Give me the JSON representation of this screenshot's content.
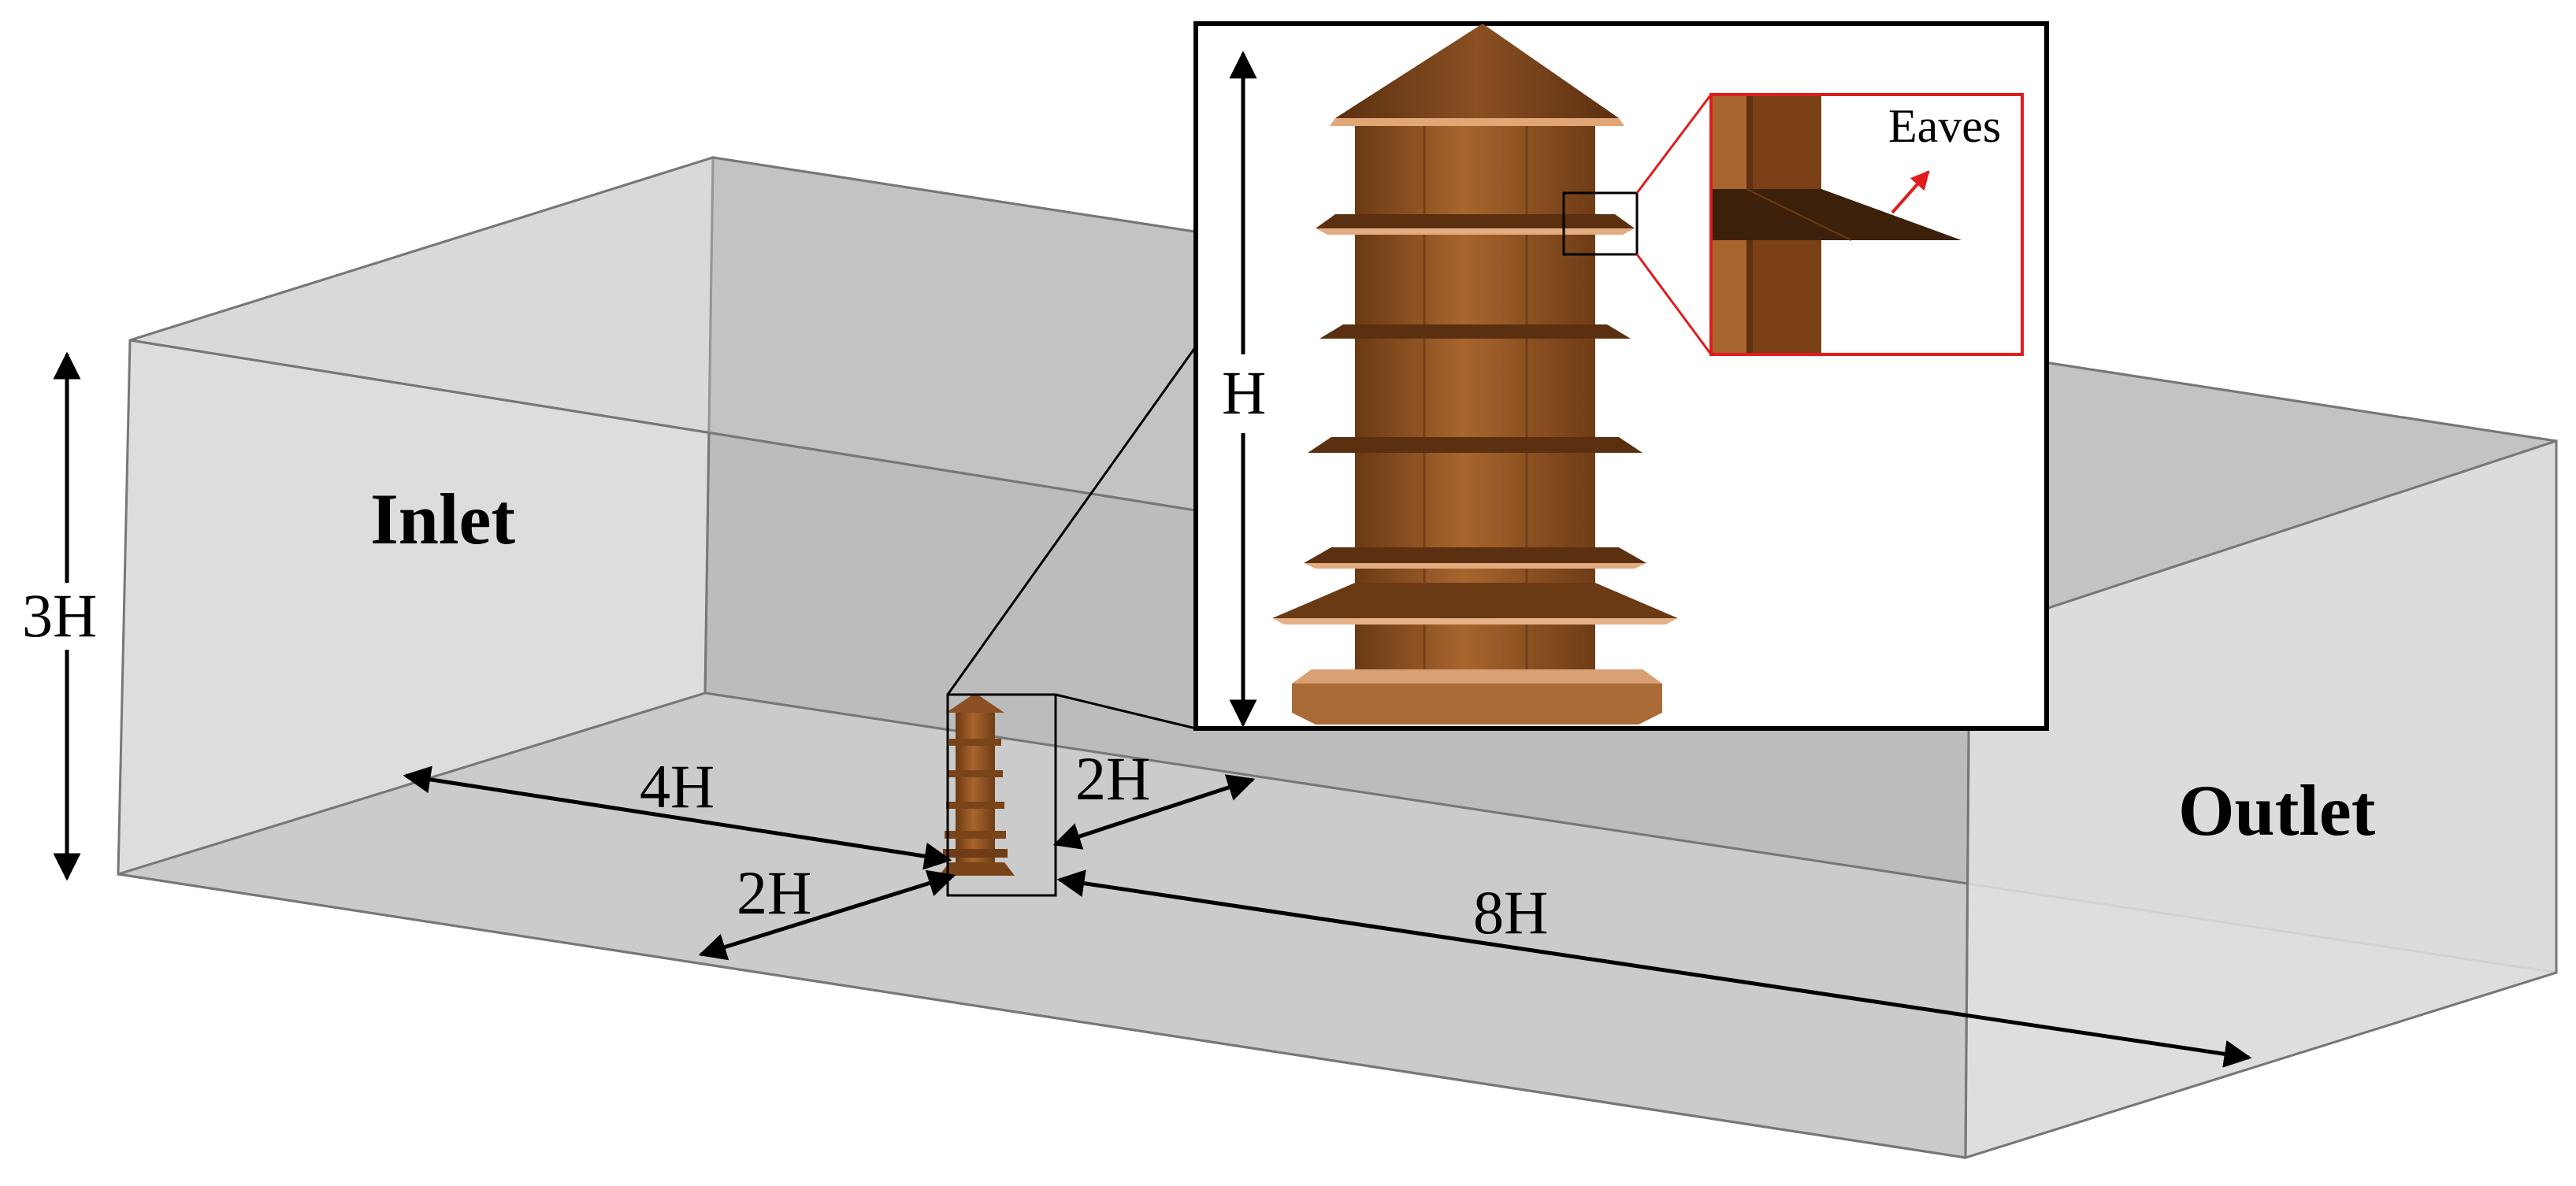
{
  "labels": {
    "inlet": "Inlet",
    "outlet": "Outlet",
    "height_3h": "3H",
    "upstream_4h": "4H",
    "side_2h_left": "2H",
    "side_2h_right": "2H",
    "downstream_8h": "8H",
    "model_height": "H",
    "eaves": "Eaves"
  },
  "colors": {
    "domain_back": "#bcbcbc",
    "domain_left": "#dcdcdc",
    "domain_floor": "#cdcdcd",
    "domain_right": "#c7c7c7",
    "domain_outlet": "#efefef",
    "pagoda_wood": "#8a4f22",
    "eave_dark": "#4a2a10",
    "detail_frame": "#e01c1c"
  }
}
